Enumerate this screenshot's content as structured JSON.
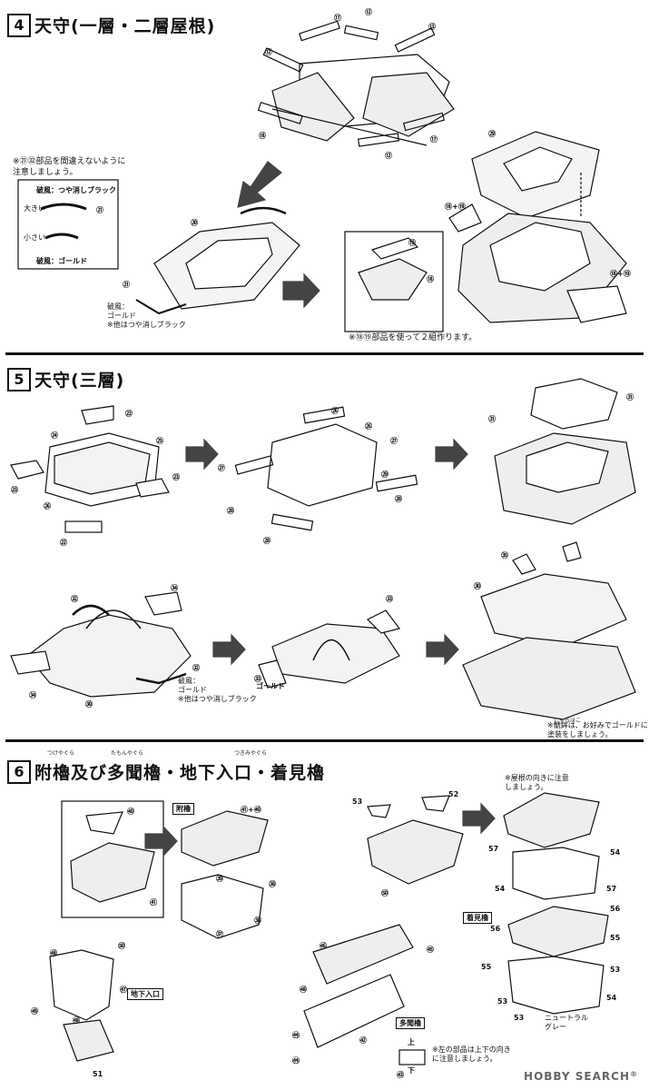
{
  "step4": {
    "number": "4",
    "title": "天守(一層・二層屋根)",
    "warning_note": "※㉑㉜部品を間違えないように\n注意しましょう。",
    "legend": {
      "black_label": "破風：つや消しブラック",
      "big_label": "大きい",
      "small_label": "小さい",
      "gold_label": "破風：ゴールド"
    },
    "paint_note": "破風：\nゴールド\n※他はつや消しブラック",
    "pair_note": "※⑱⑲部品を使って２組作ります。",
    "labels": [
      "⑰",
      "⑫",
      "⑬",
      "⑫",
      "⑱",
      "⑫",
      "⑰",
      "㉑",
      "⑳",
      "㉑",
      "㉙",
      "⑱+⑲",
      "⑱+⑲",
      "⑲",
      "⑱"
    ]
  },
  "step5": {
    "number": "5",
    "title": "天守(三層)",
    "paint_note": "破風：\nゴールド\n※他はつや消しブラック",
    "gold_note": "ゴールド",
    "shachi_ruby": "しゃちほこ",
    "shachi_note": "※鯱鉾は、お好みでゴールドに\n塗装をしましょう。",
    "labels": [
      "㉒",
      "㉔",
      "㉕",
      "㉓",
      "㉓",
      "㉖",
      "㉒",
      "㉖",
      "㉗",
      "㉖",
      "㉗",
      "㉘",
      "㉘",
      "㉙",
      "㉘",
      "㉛",
      "㉛",
      "㉜",
      "㉞",
      "㉞",
      "㉚",
      "㉜",
      "㉝",
      "㉝",
      "㉟",
      "㉚"
    ]
  },
  "step6": {
    "number": "6",
    "title": "附櫓及び多聞櫓・地下入口・着見櫓",
    "rubies": [
      "つけやぐら",
      "たもんやぐら",
      "つきみやぐら"
    ],
    "tags": {
      "fuke": "附櫓",
      "chika": "地下入口",
      "tamon": "多聞櫓",
      "tsukimi": "着見櫓"
    },
    "roof_note": "※屋根の向きに注意\nしましょう。",
    "neutral_gray": "ニュートラル\nグレー",
    "updown": {
      "up": "上",
      "down": "下"
    },
    "updown_note": "※左の部品は上下の向き\nに注意しましょう。",
    "labels": [
      "㊵",
      "㊶+㊵",
      "㊶",
      "㊴",
      "㊲",
      "㊳",
      "㊳",
      "㊽",
      "㊿",
      "㊼",
      "㊾",
      "㊽",
      "51",
      "53",
      "52",
      "㊿",
      "㊻",
      "㊺",
      "㊽",
      "㊹",
      "㊷",
      "㊸",
      "㊹",
      "57",
      "54",
      "54",
      "57",
      "56",
      "56",
      "55",
      "53",
      "53",
      "54",
      "53",
      "55"
    ]
  },
  "watermark": {
    "brand": "HOBBY SEARCH",
    "reg": "®"
  }
}
